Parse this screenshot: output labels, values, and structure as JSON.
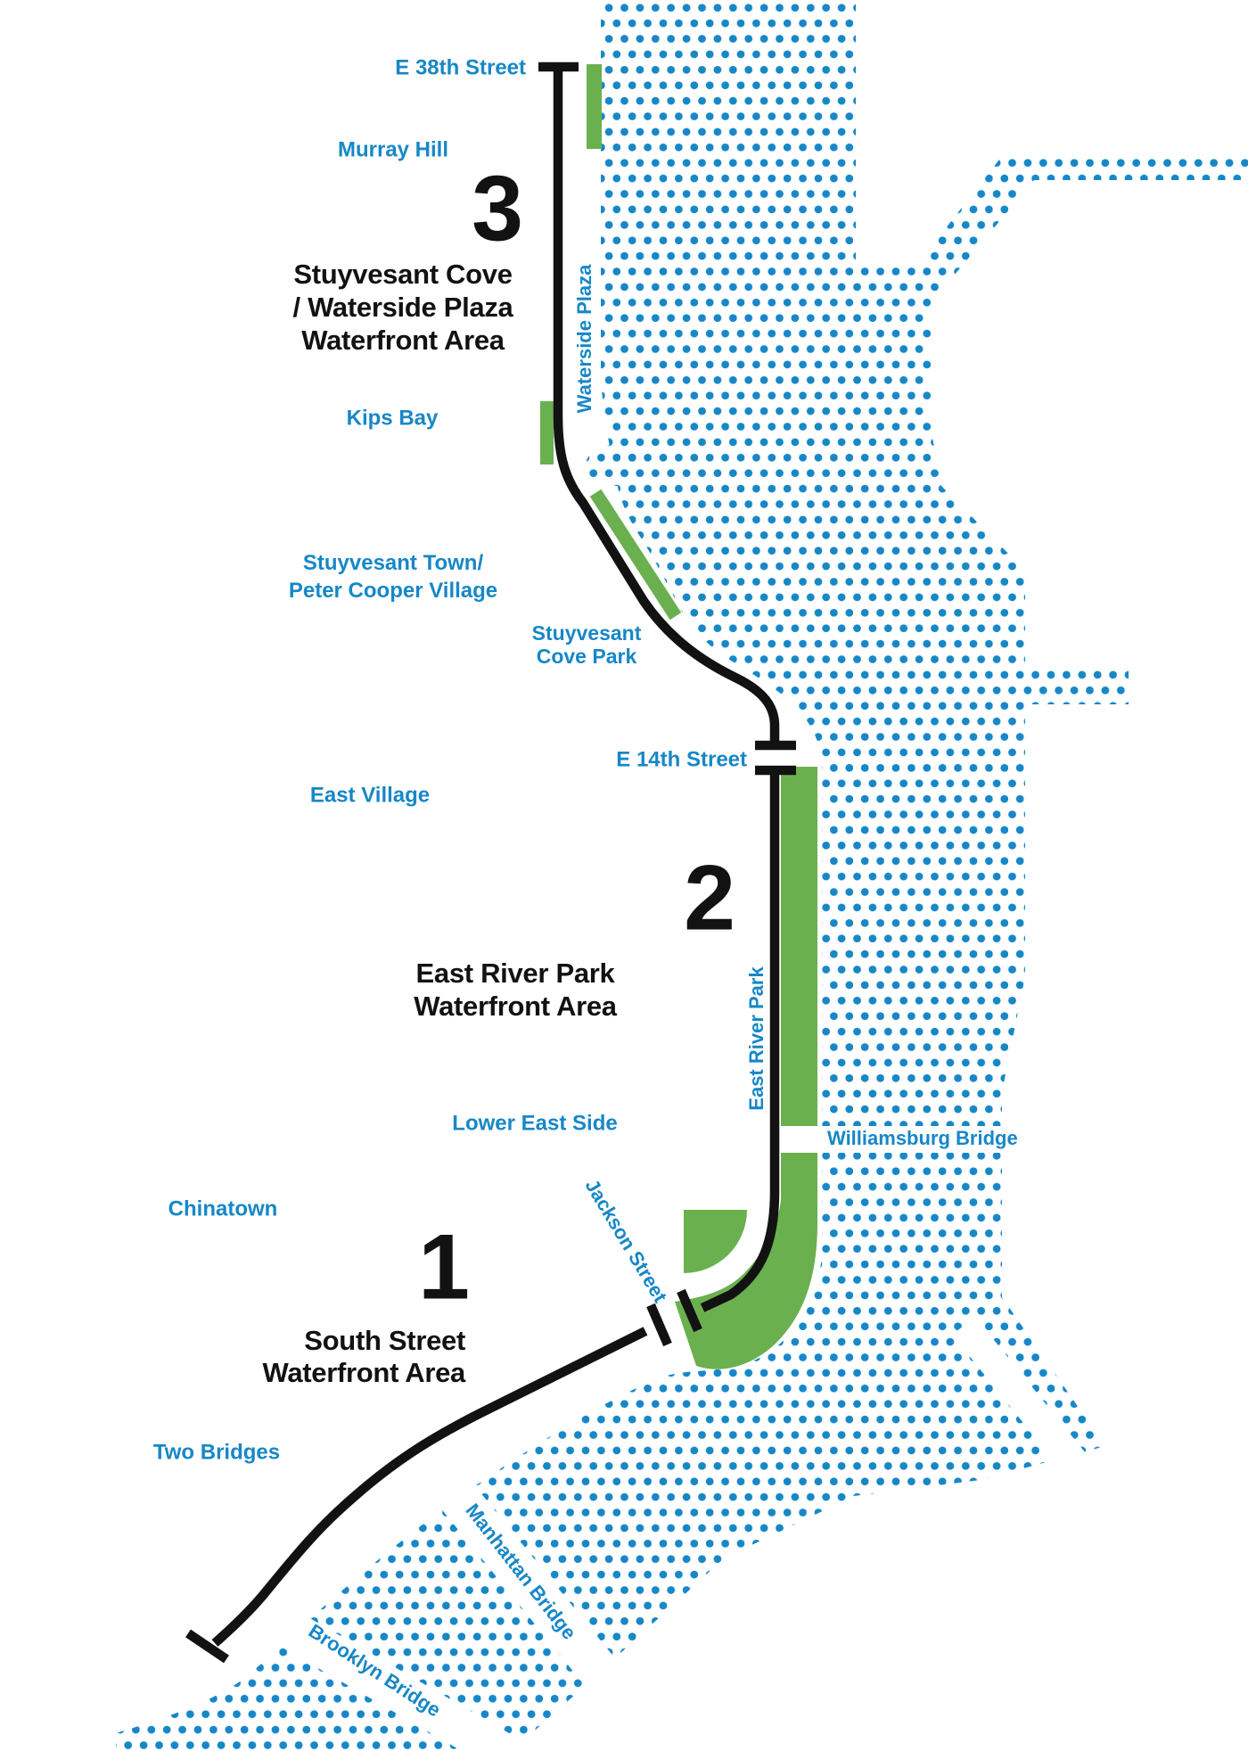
{
  "map": {
    "areas": {
      "area3": {
        "number": "3",
        "line1": "Stuyvesant Cove",
        "line2": "/ Waterside Plaza",
        "line3": "Waterfront Area"
      },
      "area2": {
        "number": "2",
        "line1": "East River Park",
        "line2": "Waterfront Area"
      },
      "area1": {
        "number": "1",
        "line1": "South Street",
        "line2": "Waterfront Area"
      }
    },
    "labels": {
      "e38th_street": "E 38th Street",
      "murray_hill": "Murray Hill",
      "kips_bay": "Kips Bay",
      "stuy_town_line1": "Stuyvesant Town/",
      "stuy_town_line2": "Peter Cooper Village",
      "cove_park_line1": "Stuyvesant",
      "cove_park_line2": "Cove Park",
      "e14th_street": "E 14th Street",
      "east_village": "East Village",
      "lower_east_side": "Lower East Side",
      "chinatown": "Chinatown",
      "two_bridges": "Two Bridges",
      "williamsburg_bridge": "Williamsburg Bridge",
      "waterside_plaza": "Waterside Plaza",
      "east_river_park": "East River Park",
      "jackson_street": "Jackson Street",
      "manhattan_bridge": "Manhattan Bridge",
      "brooklyn_bridge": "Brooklyn Bridge"
    },
    "colors": {
      "water_and_label_blue": "#1787c7",
      "park_green": "#6bb04f",
      "route_black": "#121212"
    }
  }
}
